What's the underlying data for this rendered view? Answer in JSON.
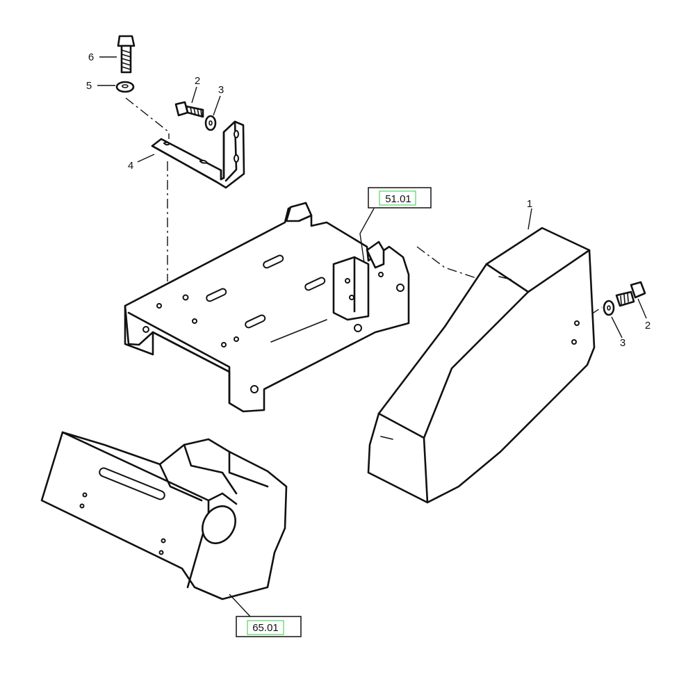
{
  "callouts": {
    "c1": "1",
    "c2a": "2",
    "c3a": "3",
    "c4": "4",
    "c5": "5",
    "c6": "6",
    "c2b": "2",
    "c3b": "3"
  },
  "references": {
    "ref_top": "51.01",
    "ref_bottom": "65.01"
  },
  "colors": {
    "line": "#111111",
    "reference_highlight": "#2ecc40",
    "background": "#ffffff"
  }
}
